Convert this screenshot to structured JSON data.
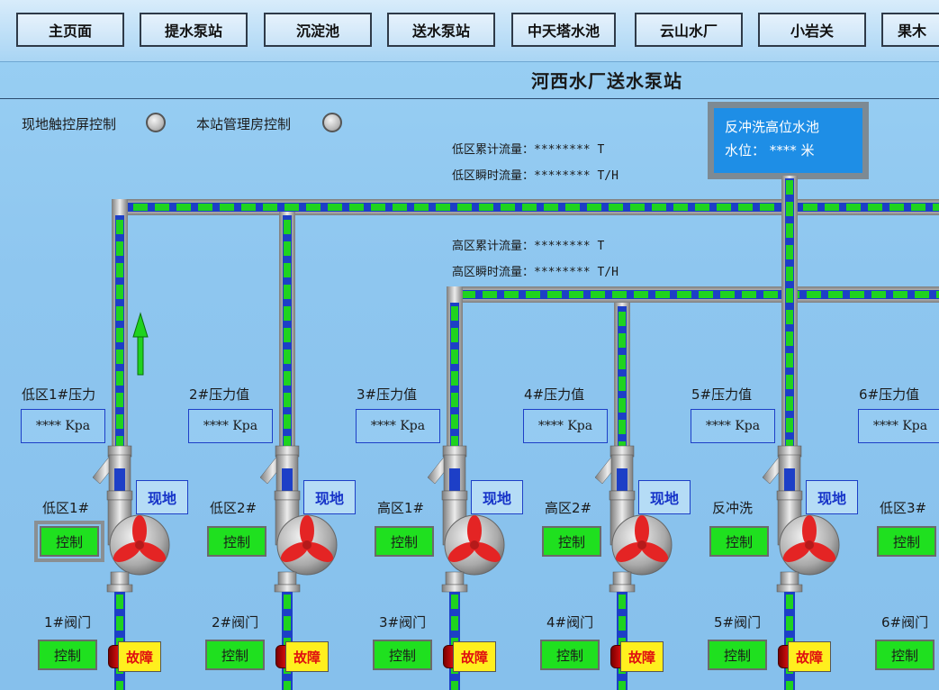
{
  "nav": [
    "主页面",
    "提水泵站",
    "沉淀池",
    "送水泵站",
    "中天塔水池",
    "云山水厂",
    "小岩关",
    "果木"
  ],
  "title": "河西水厂送水泵站",
  "modes": {
    "local_touch": "现地触控屏控制",
    "mgmt_room": "本站管理房控制"
  },
  "flows": {
    "low_total": "低区累计流量：******** T",
    "low_instant": "低区瞬时流量：******** T/H",
    "high_total": "高区累计流量：******** T",
    "high_instant": "高区瞬时流量：******** T/H"
  },
  "tank": {
    "name": "反冲洗高位水池",
    "level": "水位： **** 米"
  },
  "units": [
    {
      "pressure_label": "低区1#压力",
      "pressure_value": "**** Kpa",
      "local": "现地",
      "pump": "低区1#",
      "control": "控制",
      "valve": "1#阀门",
      "valve_control": "控制",
      "fault": "故障"
    },
    {
      "pressure_label": "2#压力值",
      "pressure_value": "**** Kpa",
      "local": "现地",
      "pump": "低区2#",
      "control": "控制",
      "valve": "2#阀门",
      "valve_control": "控制",
      "fault": "故障"
    },
    {
      "pressure_label": "3#压力值",
      "pressure_value": "**** Kpa",
      "local": "现地",
      "pump": "高区1#",
      "control": "控制",
      "valve": "3#阀门",
      "valve_control": "控制",
      "fault": "故障"
    },
    {
      "pressure_label": "4#压力值",
      "pressure_value": "**** Kpa",
      "local": "现地",
      "pump": "高区2#",
      "control": "控制",
      "valve": "4#阀门",
      "valve_control": "控制",
      "fault": "故障"
    },
    {
      "pressure_label": "5#压力值",
      "pressure_value": "**** Kpa",
      "local": "现地",
      "pump": "反冲洗",
      "control": "控制",
      "valve": "5#阀门",
      "valve_control": "控制",
      "fault": "故障"
    },
    {
      "pressure_label": "6#压力值",
      "pressure_value": "**** Kpa",
      "local": "",
      "pump": "低区3#",
      "control": "控制",
      "valve": "6#阀门",
      "valve_control": "控制",
      "fault": ""
    }
  ],
  "colors": {
    "pipe_water": "#1fd31f",
    "pipe_core": "#1d3fc7",
    "tank": "#1e8ee6",
    "control_on": "#1fe01f",
    "fault_bg": "#ffef1e",
    "fault_text": "#e01010"
  }
}
